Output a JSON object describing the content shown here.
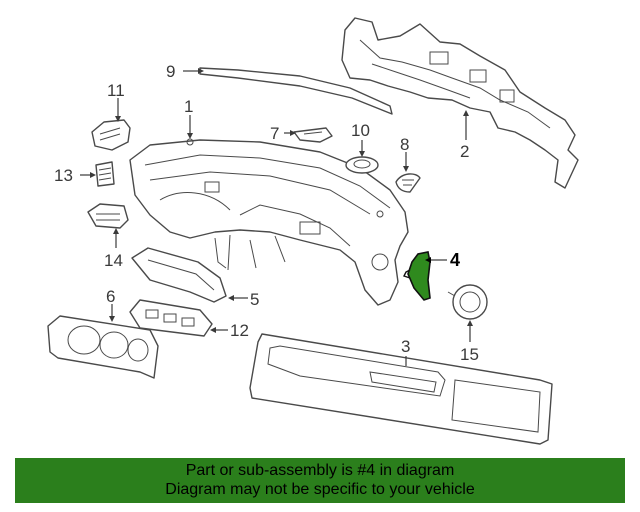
{
  "callouts": {
    "c1": "1",
    "c2": "2",
    "c3": "3",
    "c4": "4",
    "c5": "5",
    "c6": "6",
    "c7": "7",
    "c8": "8",
    "c9": "9",
    "c10": "10",
    "c11": "11",
    "c12": "12",
    "c13": "13",
    "c14": "14",
    "c15": "15"
  },
  "highlight": {
    "part_number": "4",
    "color": "#2f8a1e"
  },
  "banner": {
    "line1": "Part or sub-assembly is #4 in diagram",
    "line2": "Diagram may not be specific to your vehicle",
    "color": "#2b7f1c"
  }
}
